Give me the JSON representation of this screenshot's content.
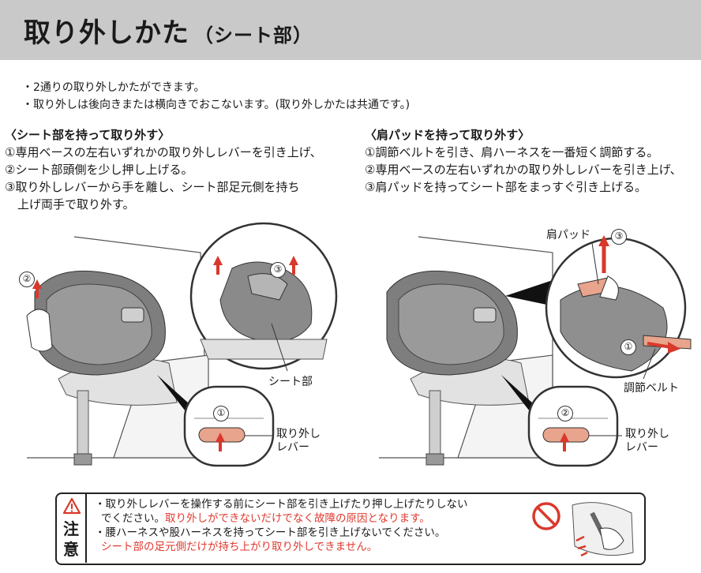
{
  "header": {
    "title": "取り外しかた",
    "subtitle": "（シート部）"
  },
  "intro": [
    "・2通りの取り外しかたができます。",
    "・取り外しは後向きまたは横向きでおこないます。(取り外しかたは共通です。)"
  ],
  "left_section": {
    "heading": "〈シート部を持って取り外す〉",
    "steps": [
      "①専用ベースの左右いずれかの取り外しレバーを引き上げ、",
      "②シート部頭側を少し押し上げる。",
      "③取り外しレバーから手を離し、シート部足元側を持ち",
      "上げ両手で取り外す。"
    ]
  },
  "right_section": {
    "heading": "〈肩パッドを持って取り外す〉",
    "steps": [
      "①調節ベルトを引き、肩ハーネスを一番短く調節する。",
      "②専用ベースの左右いずれかの取り外しレバーを引き上げ、",
      "③肩パッドを持ってシート部をまっすぐ引き上げる。"
    ]
  },
  "left_figure": {
    "num2": "②",
    "num3": "③",
    "num1": "①",
    "seat_label": "シート部",
    "lever_label_1": "取り外し",
    "lever_label_2": "レバー"
  },
  "right_figure": {
    "shoulder_pad_label": "肩パッド",
    "num3": "③",
    "num1": "①",
    "num2": "②",
    "belt_label": "調節ベルト",
    "lever_label_1": "取り外し",
    "lever_label_2": "レバー"
  },
  "caution": {
    "badge_1": "注",
    "badge_2": "意",
    "line1": "・取り外しレバーを操作する前にシート部を引き上げたり押し上げたりしない",
    "line2a": "でください。",
    "line2b": "取り外しができないだけでなく故障の原因となります。",
    "line3": "・腰ハーネスや股ハーネスを持ってシート部を引き上げないでください。",
    "line4": "シート部の足元側だけが持ち上がり取り外しできません。"
  },
  "colors": {
    "header_bg": "#c9c9c9",
    "caution_red": "#e03a2f",
    "arrow_red": "#d9392c",
    "lever_peach": "#e8a48c"
  }
}
